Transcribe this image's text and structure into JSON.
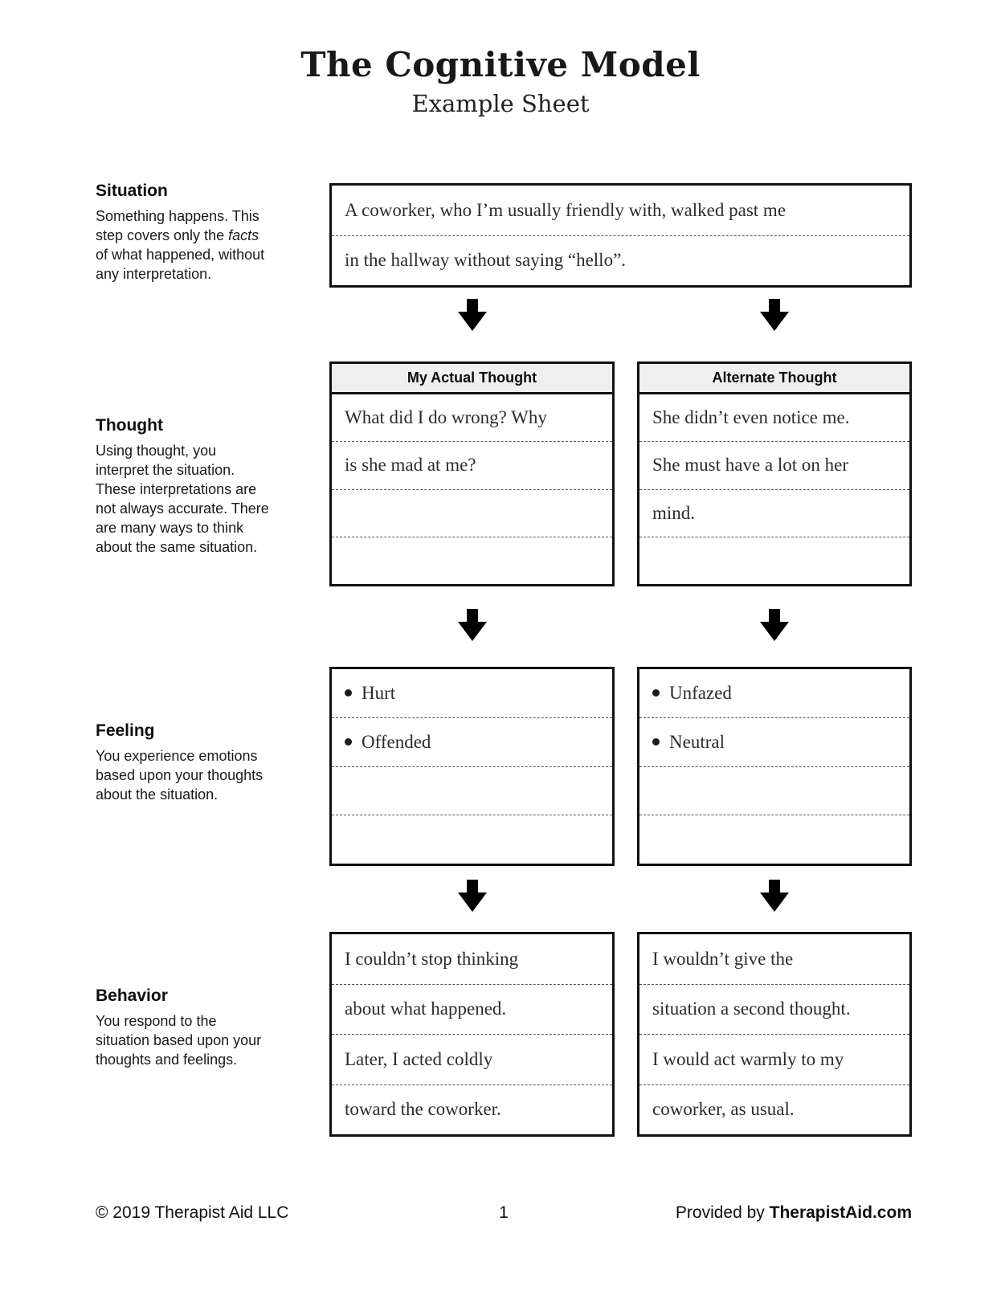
{
  "page": {
    "title": "The Cognitive Model",
    "subtitle": "Example Sheet"
  },
  "sections": {
    "situation": {
      "label": "Situation",
      "desc_before": "Something happens. This\nstep covers only the ",
      "desc_italic": "facts",
      "desc_after": "\nof what happened, without\nany interpretation.",
      "lines": [
        "A coworker, who I’m usually friendly with, walked past me",
        "in the hallway without saying “hello”."
      ]
    },
    "thought": {
      "label": "Thought",
      "description": "Using thought, you\ninterpret the situation.\nThese interpretations are\nnot always accurate. There\nare many ways to think\nabout the same situation.",
      "left": {
        "header": "My Actual Thought",
        "lines": [
          "What did I do wrong? Why",
          "is she mad at me?",
          "",
          ""
        ]
      },
      "right": {
        "header": "Alternate Thought",
        "lines": [
          "She didn’t even notice me.",
          "She must have a lot on her",
          "mind.",
          ""
        ]
      }
    },
    "feeling": {
      "label": "Feeling",
      "description": "You experience emotions\nbased upon your thoughts\nabout the situation.",
      "left": {
        "lines": [
          "Hurt",
          "Offended",
          "",
          ""
        ]
      },
      "right": {
        "lines": [
          "Unfazed",
          "Neutral",
          "",
          ""
        ]
      }
    },
    "behavior": {
      "label": "Behavior",
      "description": "You respond to the\nsituation based upon your\nthoughts and feelings.",
      "left": {
        "lines": [
          "I couldn’t stop thinking",
          "about what happened.",
          "Later, I acted coldly",
          "toward the coworker."
        ]
      },
      "right": {
        "lines": [
          "I wouldn’t give the",
          "situation a second thought.",
          "I would act warmly to my",
          "coworker, as usual."
        ]
      }
    }
  },
  "footer": {
    "copyright": "© 2019 Therapist Aid LLC",
    "page_number": "1",
    "provided_by_prefix": "Provided by ",
    "provided_by_brand": "TherapistAid.com"
  }
}
